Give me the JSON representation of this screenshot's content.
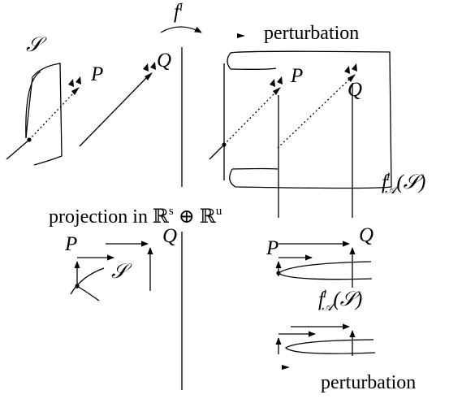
{
  "labels": {
    "map_symbol": "f",
    "map_superscript": "i",
    "perturbation_top": "perturbation",
    "perturbation_bottom": "perturbation",
    "projection_prefix": "projection in ",
    "projection_space": "ℝ",
    "projection_s": "s",
    "projection_oplus": " ⊕ ",
    "projection_u": "u",
    "set_S": "𝒮",
    "point_P": "P",
    "point_Q": "Q",
    "image_f": "f",
    "image_sup": "i",
    "image_sub": "𝒜",
    "image_arg": "(𝒮)"
  }
}
